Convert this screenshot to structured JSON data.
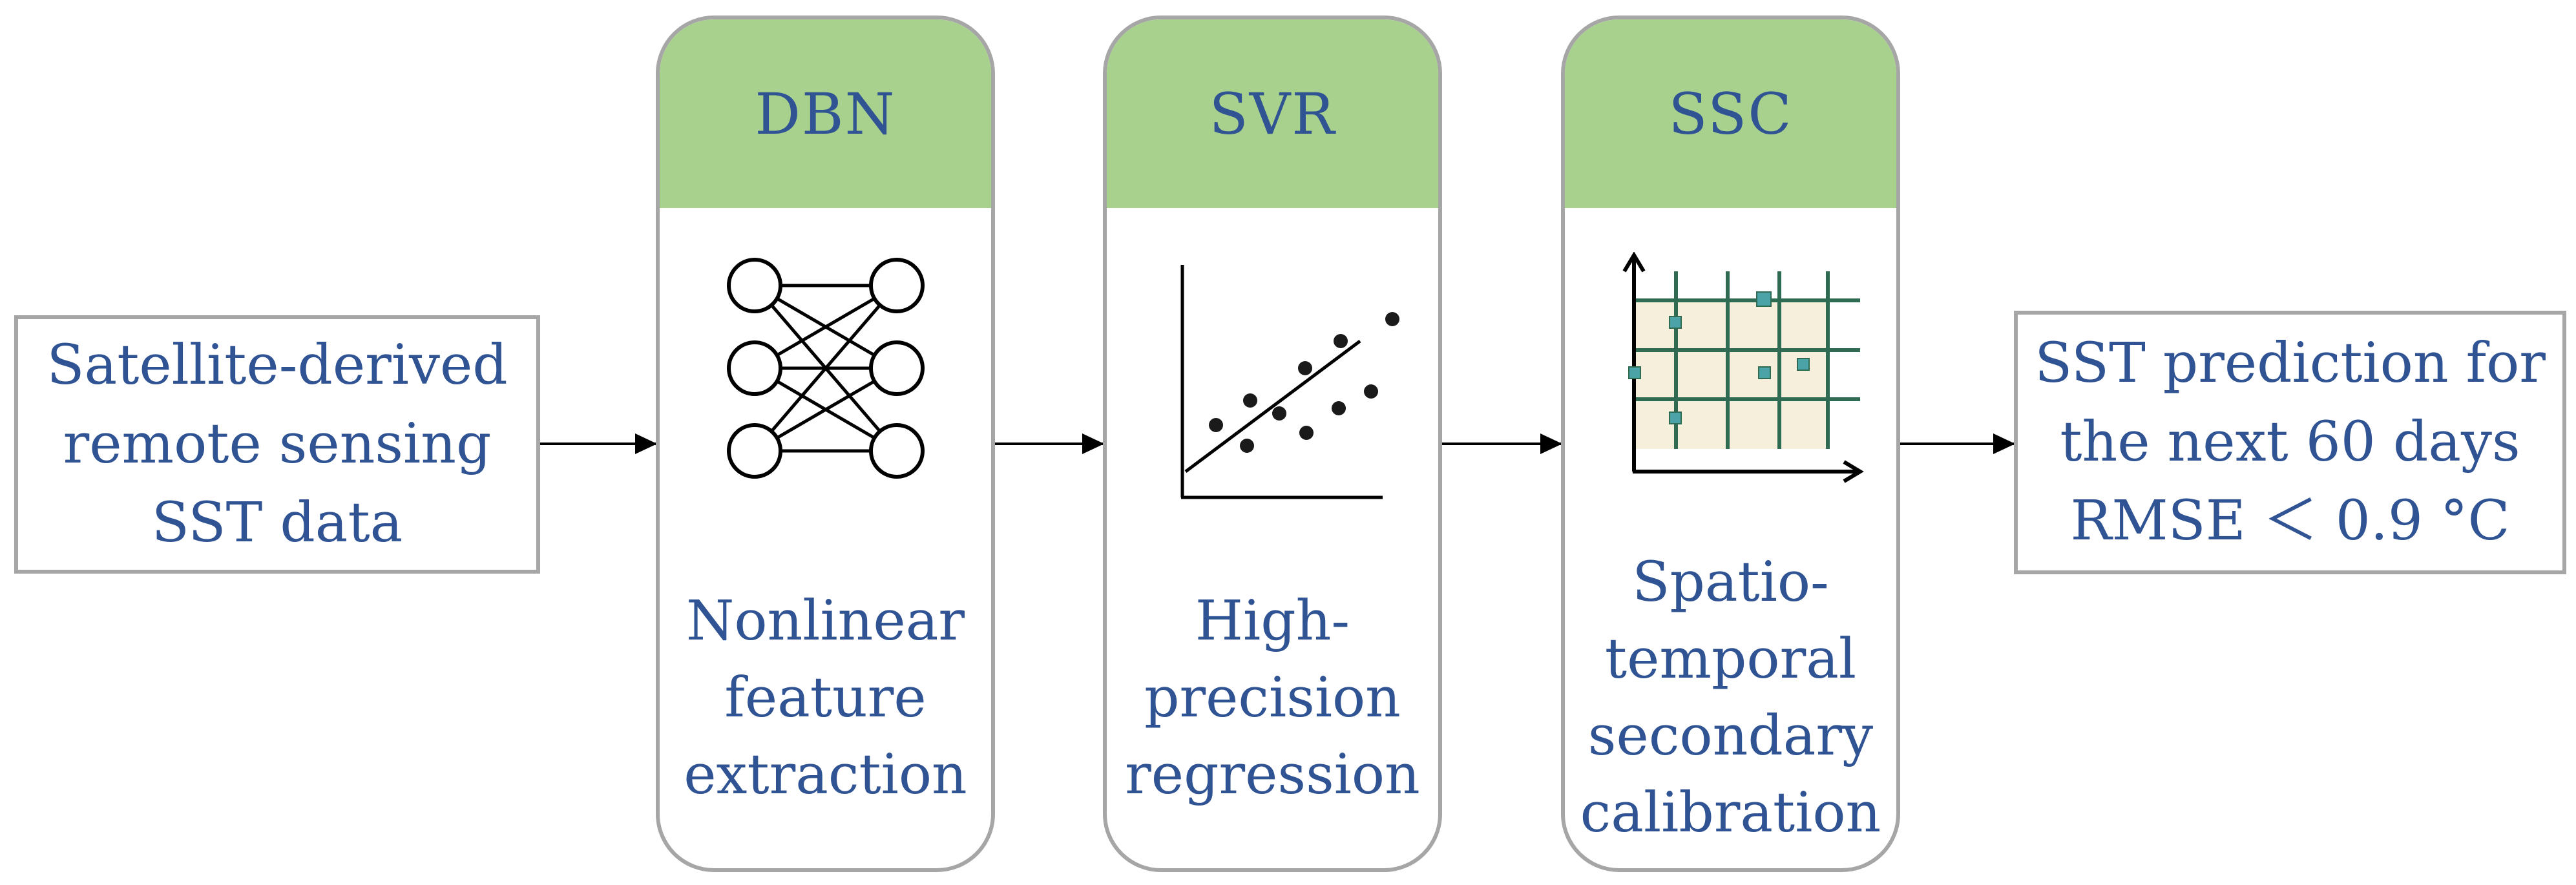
{
  "input": {
    "lines": [
      "Satellite-derived",
      "remote sensing",
      "SST data"
    ]
  },
  "stages": [
    {
      "header": "DBN",
      "icon": "neural-network-icon",
      "desc": [
        "Nonlinear",
        "feature",
        "extraction"
      ]
    },
    {
      "header": "SVR",
      "icon": "scatter-regression-icon",
      "desc": [
        "High-",
        "precision",
        "regression"
      ]
    },
    {
      "header": "SSC",
      "icon": "spatiotemporal-grid-icon",
      "desc": [
        "Spatio-",
        "temporal",
        "secondary",
        "calibration"
      ]
    }
  ],
  "output": {
    "lines": [
      "SST prediction for",
      "the next 60 days",
      "RMSE ＜ 0.9 °C"
    ]
  },
  "colors": {
    "text": "#2f5393",
    "header_fill": "#a9d18e",
    "border": "#a6a6a6",
    "grid_fill": "#f5efdc",
    "grid_lines": "#2e6b52",
    "marker": "#4ba3a8"
  }
}
